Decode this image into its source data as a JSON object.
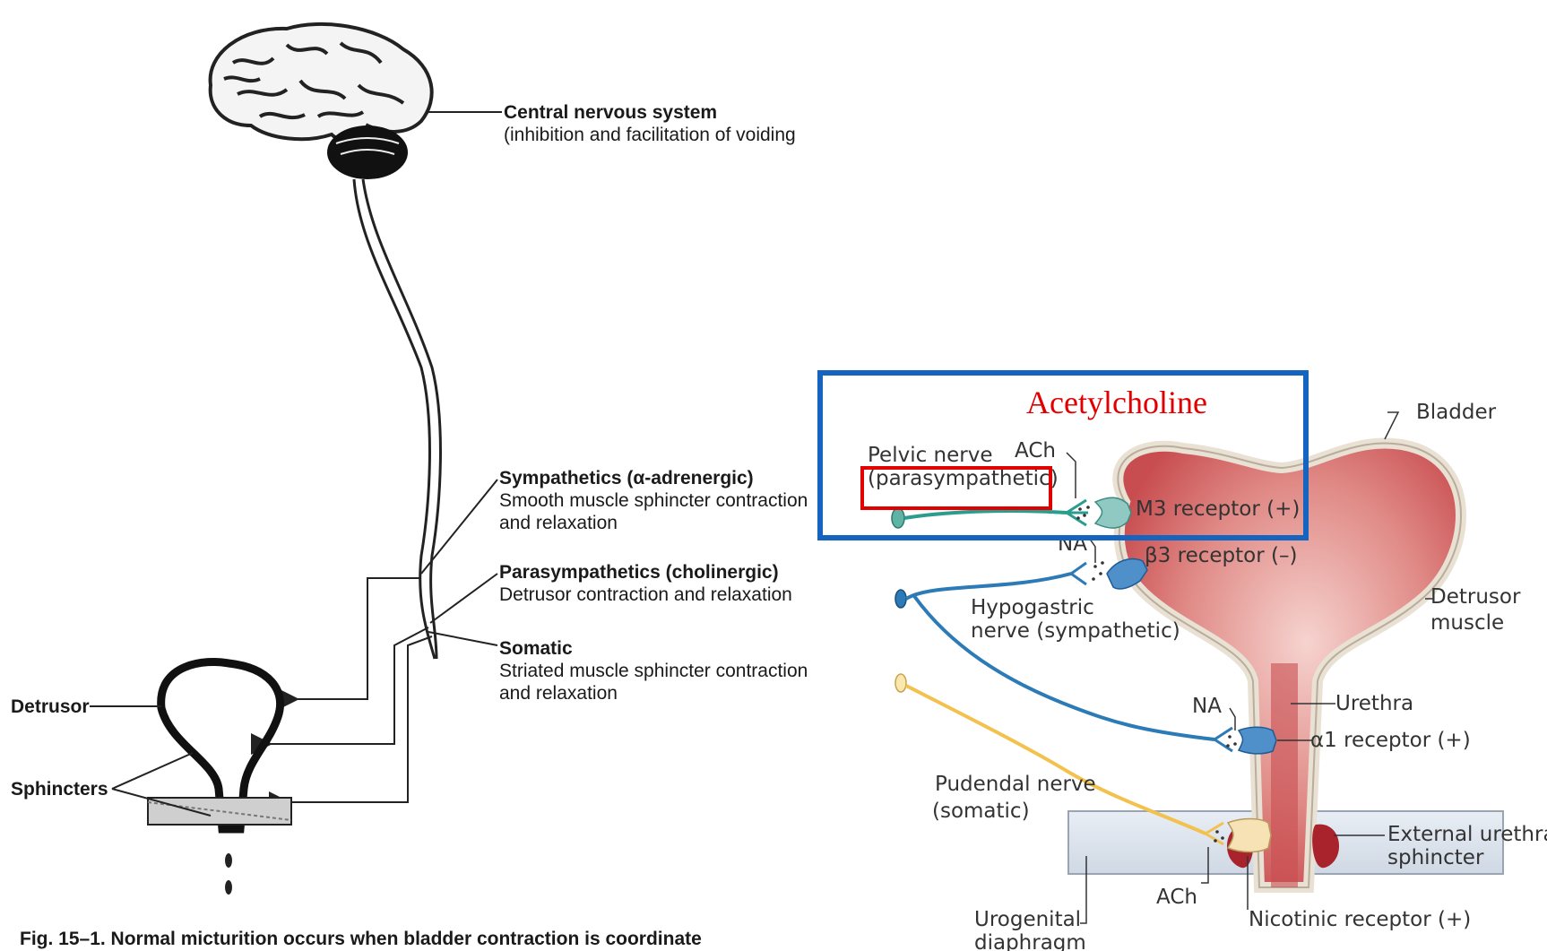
{
  "left_figure": {
    "cns_title": "Central nervous system",
    "cns_subtitle": "(inhibition and facilitation of voiding",
    "symp_title": "Sympathetics (α-adrenergic)",
    "symp_line1": "Smooth muscle sphincter contraction",
    "symp_line2": "and relaxation",
    "para_title": "Parasympathetics (cholinergic)",
    "para_line1": "Detrusor contraction and relaxation",
    "som_title": "Somatic",
    "som_line1": "Striated muscle sphincter contraction",
    "som_line2": "and relaxation",
    "detrusor": "Detrusor",
    "sphincters": "Sphincters",
    "caption": "Fig. 15–1. Normal micturition occurs when bladder contraction is coordinate"
  },
  "right_figure": {
    "highlight_title": "Acetylcholine",
    "bladder": "Bladder",
    "pelvic_nerve": "Pelvic nerve",
    "pelvic_nerve_type": "(parasympathetic)",
    "ach_top": "ACh",
    "m3_receptor": "M3 receptor (+)",
    "na_top": "NA",
    "beta3_receptor": "β3 receptor (–)",
    "hypogastric_line1": "Hypogastric",
    "hypogastric_line2": "nerve (sympathetic)",
    "detrusor_line1": "Detrusor",
    "detrusor_line2": "muscle",
    "na_mid": "NA",
    "urethra": "Urethra",
    "alpha1_receptor": "α1 receptor (+)",
    "pudendal_line1": "Pudendal nerve",
    "pudendal_line2": "(somatic)",
    "ext_sphincter_line1": "External urethral",
    "ext_sphincter_line2": "sphincter",
    "ach_bottom": "ACh",
    "nicotinic_receptor": "Nicotinic receptor (+)",
    "urogenital_line1": "Urogenital",
    "urogenital_line2": "diaphragm"
  },
  "colors": {
    "parasympathetic": "#2a9d8f",
    "sympathetic": "#2c7bb6",
    "somatic": "#f2c14e",
    "bladder_fill": "#d9686a",
    "highlight_box": "#1565c0",
    "highlight_text": "#e00000"
  }
}
